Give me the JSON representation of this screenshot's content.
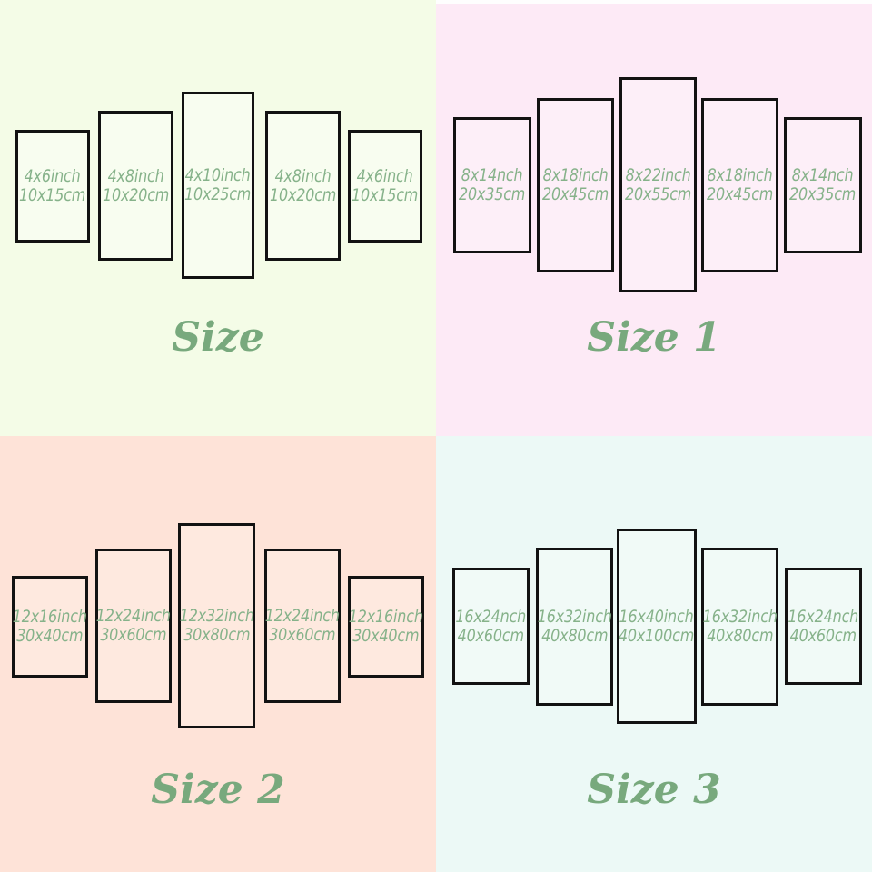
{
  "quadrants": [
    {
      "title": "Size",
      "panels": [
        {
          "inch": "4x6inch",
          "cm": "10x15cm"
        },
        {
          "inch": "4x8inch",
          "cm": "10x20cm"
        },
        {
          "inch": "4x10inch",
          "cm": "10x25cm"
        },
        {
          "inch": "4x8inch",
          "cm": "10x20cm"
        },
        {
          "inch": "4x6inch",
          "cm": "10x15cm"
        }
      ]
    },
    {
      "title": "Size 1",
      "panels": [
        {
          "inch": "8x14nch",
          "cm": "20x35cm"
        },
        {
          "inch": "8x18inch",
          "cm": "20x45cm"
        },
        {
          "inch": "8x22inch",
          "cm": "20x55cm"
        },
        {
          "inch": "8x18inch",
          "cm": "20x45cm"
        },
        {
          "inch": "8x14nch",
          "cm": "20x35cm"
        }
      ]
    },
    {
      "title": "Size 2",
      "panels": [
        {
          "inch": "12x16inch",
          "cm": "30x40cm"
        },
        {
          "inch": "12x24inch",
          "cm": "30x60cm"
        },
        {
          "inch": "12x32inch",
          "cm": "30x80cm"
        },
        {
          "inch": "12x24inch",
          "cm": "30x60cm"
        },
        {
          "inch": "12x16inch",
          "cm": "30x40cm"
        }
      ]
    },
    {
      "title": "Size 3",
      "panels": [
        {
          "inch": "16x24nch",
          "cm": "40x60cm"
        },
        {
          "inch": "16x32inch",
          "cm": "40x80cm"
        },
        {
          "inch": "16x40inch",
          "cm": "40x100cm"
        },
        {
          "inch": "16x32inch",
          "cm": "40x80cm"
        },
        {
          "inch": "16x24nch",
          "cm": "40x60cm"
        }
      ]
    }
  ],
  "colors": {
    "quadrant_backgrounds": [
      "#f4fce7",
      "#fdeaf6",
      "#fee3d8",
      "#ecf9f6"
    ],
    "panel_fills": [
      "#f8fdf0",
      "#fdeff8",
      "#fee9df",
      "#f1faf7"
    ],
    "panel_border": "#121212",
    "label_text": "#86b28a",
    "title_text": "#78a97d"
  }
}
